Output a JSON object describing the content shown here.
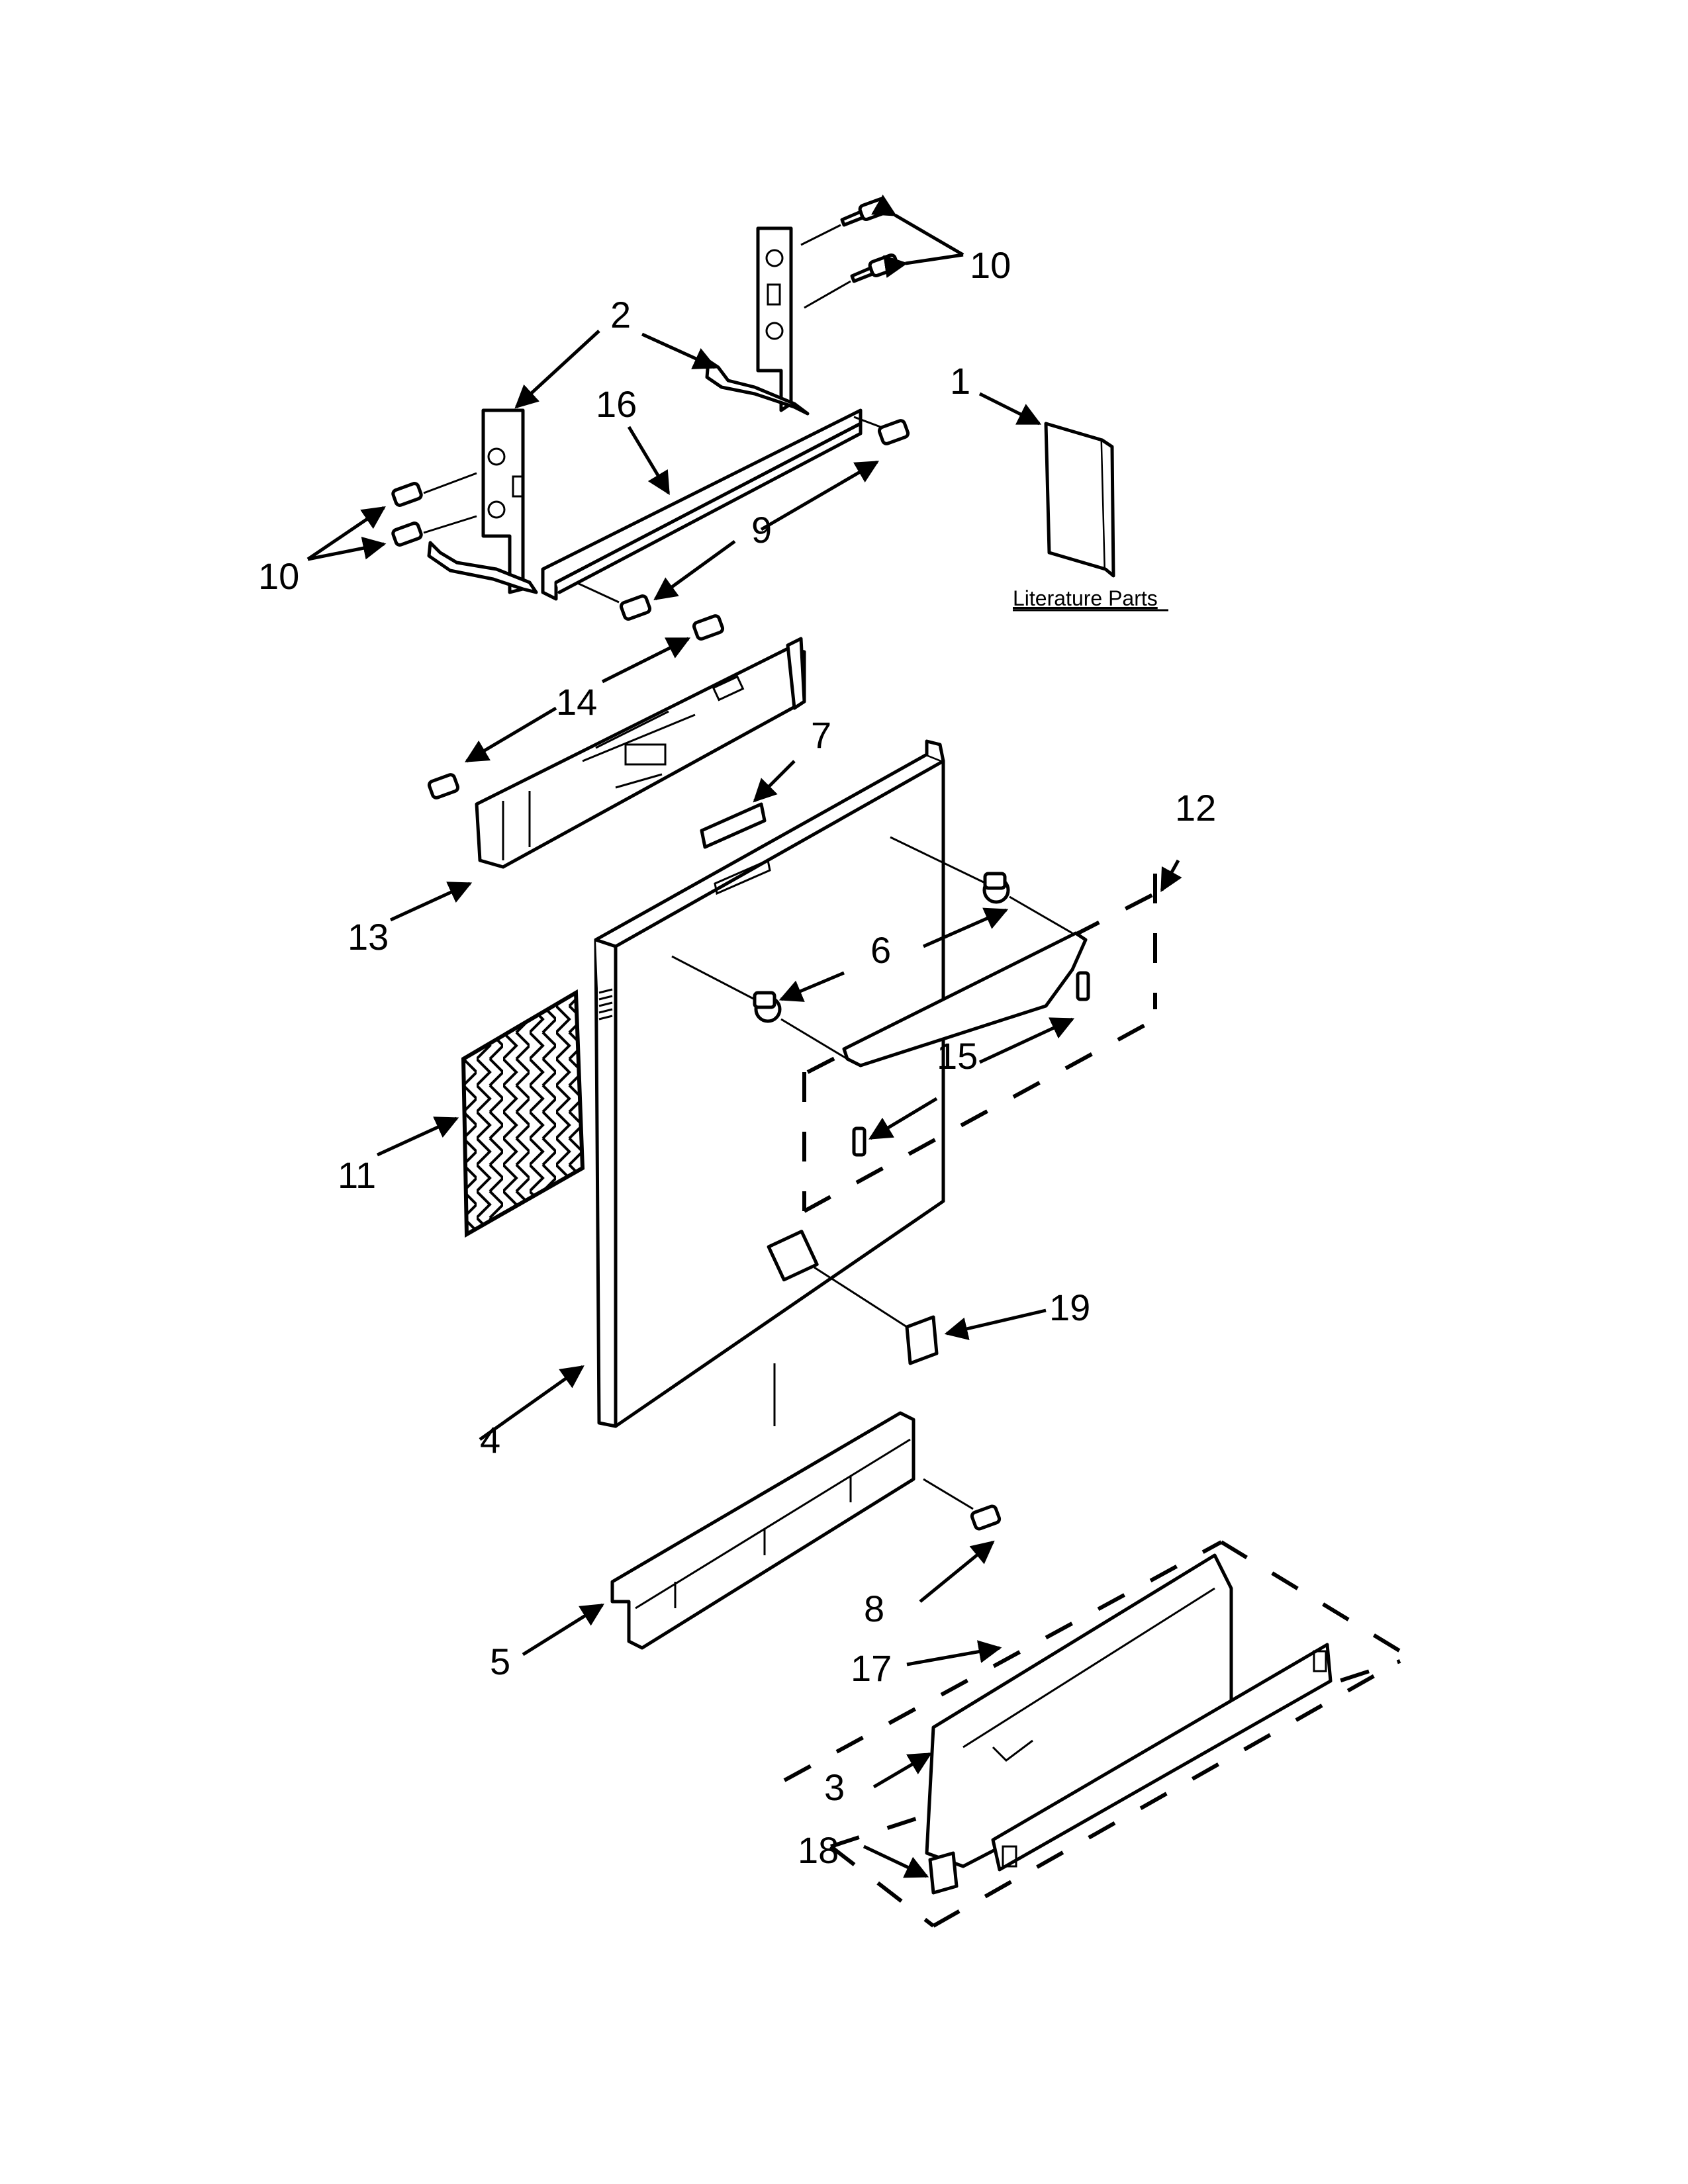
{
  "callouts": {
    "c1": "1",
    "c2": "2",
    "c3": "3",
    "c4": "4",
    "c5": "5",
    "c6": "6",
    "c7": "7",
    "c8": "8",
    "c9": "9",
    "c10a": "10",
    "c10b": "10",
    "c11": "11",
    "c12": "12",
    "c13": "13",
    "c14": "14",
    "c15": "15",
    "c16": "16",
    "c17": "17",
    "c18": "18",
    "c19": "19"
  },
  "literature_label": "Literature Parts",
  "colors": {
    "line": "#000000",
    "background": "#ffffff"
  }
}
